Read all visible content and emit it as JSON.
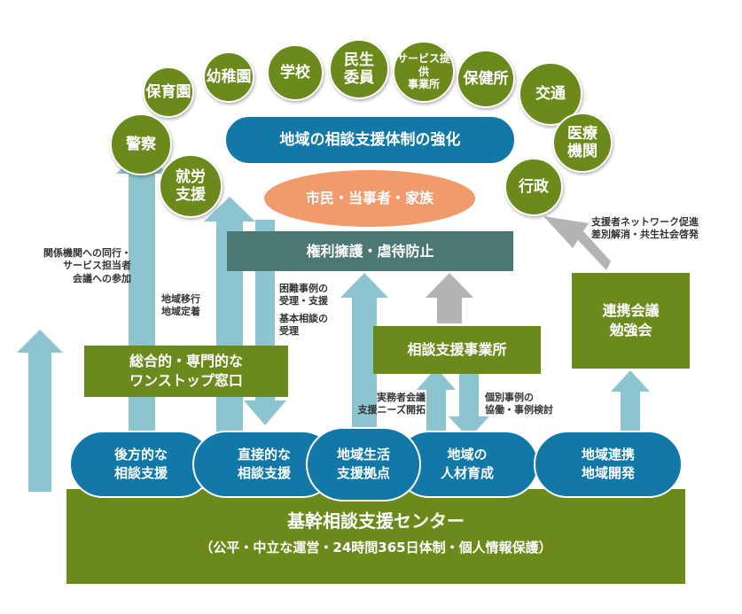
{
  "organizations": [
    "保育園",
    "幼稚園",
    "学校",
    "民生\n委員",
    "サービス提供\n事業所",
    "保健所",
    "交通",
    "医療\n機関",
    "行政",
    "警察",
    "就労\n支援"
  ],
  "headline": "地域の相談支援体制の強化",
  "center_ellipse": "市民・当事者・家族",
  "rights_bar": "権利擁護・虐待防止",
  "onestop_box": "総合的・専門的な\nワンストップ窓口",
  "consult_office": "相談支援事業所",
  "meeting_box": "連携会議\n勉強会",
  "pills": [
    "後方的な\n相談支援",
    "直接的な\n相談支援",
    "地域生活\n支援拠点",
    "地域の\n人材育成",
    "地域連携\n地域開発"
  ],
  "center": {
    "title": "基幹相談支援センター",
    "subtitle": "（公平・中立な運営・24時間365日体制・個人情報保護）"
  },
  "notes": {
    "accompany": "関係機関への同行・\nサービス担当者\n会議への参加",
    "transition": "地域移行\n地域定着",
    "difficult": "困難事例の\n受理・支援",
    "basic": "基本相談の\n受理",
    "practitioner": "実務者会議\n支援ニーズ開拓",
    "individual": "個別事例の\n協働・事例検討",
    "network": "支援者ネットワーク促進\n差別解消・共生社会啓発"
  },
  "colors": {
    "green": "#6c8a1c",
    "blue": "#1178a8",
    "teal_arrow": "#8cc4cf",
    "gray_arrow": "#b4b4b4",
    "slate": "#4c7873",
    "orange": "#f19a6b"
  }
}
